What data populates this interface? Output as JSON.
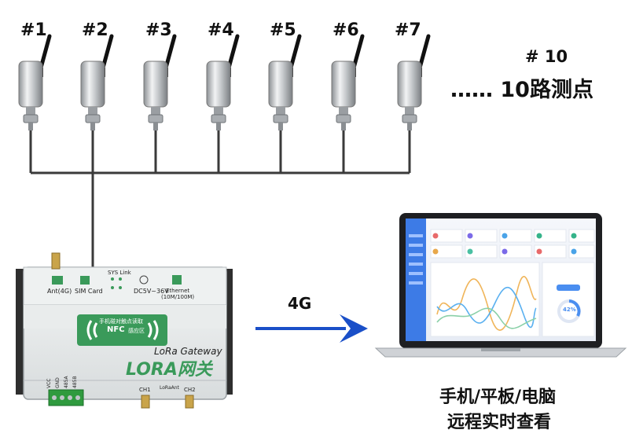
{
  "sensors": [
    {
      "label": "#1"
    },
    {
      "label": "#2"
    },
    {
      "label": "#3"
    },
    {
      "label": "#4"
    },
    {
      "label": "#5"
    },
    {
      "label": "#6"
    },
    {
      "label": "#7"
    }
  ],
  "extra_sensor_label": "# 10",
  "points_text": "…… 10路测点",
  "gateway": {
    "ports": [
      "Ant(4G)",
      "SIM Card",
      "SYS  Link",
      "DC5V~36V",
      "Ethernet\n(10M/100M)"
    ],
    "nfc_line1": "手机碰对触点读取",
    "nfc_line2": "NFC",
    "nfc_line3": "感应区",
    "model": "LoRa Gateway",
    "brand": "LORA网关",
    "terminals": [
      "VCC",
      "GND",
      "485A",
      "485B"
    ],
    "ch1": "CH1",
    "ch2": "CH2",
    "lora_ant": "LoRaAnt"
  },
  "link_label": "4G",
  "laptop": {
    "caption_line1": "手机/平板/电脑",
    "caption_line2": "远程实时查看",
    "gauge_value": "42%"
  },
  "colors": {
    "arrow": "#1a4fc8",
    "wire": "#3a3a3a",
    "gateway_green": "#3a9a5a",
    "gateway_body": "#e6e9ea"
  }
}
